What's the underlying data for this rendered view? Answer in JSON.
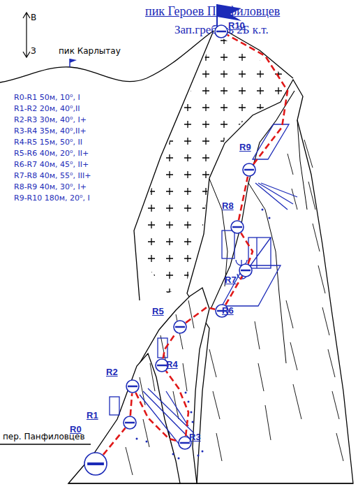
{
  "diagram": {
    "title": "пик Героев Панфиловцев",
    "nodes": [
      {
        "text": [
          "R0"
        ]
      },
      {
        "text": [
          "R1"
        ]
      },
      {
        "text": [
          "R2"
        ]
      },
      {
        "text": [
          "R3"
        ]
      },
      {
        "text": [
          "R4"
        ]
      },
      {
        "text": [
          "R5"
        ]
      },
      {
        "text": [
          "R6"
        ]
      },
      {
        "text": [
          "R7"
        ]
      },
      {
        "text": [
          "R8"
        ]
      },
      {
        "text": [
          "R9"
        ]
      },
      {
        "text": [
          "R10"
        ]
      }
    ],
    "edges": [
      {
        "from": 0,
        "to": 1,
        "arrow": "none"
      },
      {
        "from": 1,
        "to": 2,
        "arrow": "none"
      },
      {
        "from": 2,
        "to": 3,
        "arrow": "none"
      },
      {
        "from": 3,
        "to": 4,
        "arrow": "none"
      },
      {
        "from": 4,
        "to": 5,
        "arrow": "none"
      },
      {
        "from": 5,
        "to": 6,
        "arrow": "none"
      },
      {
        "from": 6,
        "to": 7,
        "arrow": "none"
      },
      {
        "from": 7,
        "to": 8,
        "arrow": "none"
      },
      {
        "from": 8,
        "to": 9,
        "arrow": "none"
      },
      {
        "from": 9,
        "to": 10,
        "arrow": "none"
      }
    ],
    "labels": [
      "Зап.гребень 2Б к.т.",
      "В",
      "З",
      "пик Карлытау",
      "R0-R1 50м, 10⁰, I",
      "R1-R2 20м, 40⁰,II",
      "R2-R3 30м, 40⁰, I+",
      "R3-R4 35м, 40⁰,II+",
      "R4-R5 15м, 50⁰, II",
      "R5-R6 40м, 20⁰, II+",
      "R6-R7 40м, 45⁰, II+",
      "R7-R8 40м, 55⁰, III+",
      "R8-R9 40м, 30⁰, I+",
      "R9-R10 180м, 20⁰, I",
      "пер. Панфиловцев"
    ]
  }
}
